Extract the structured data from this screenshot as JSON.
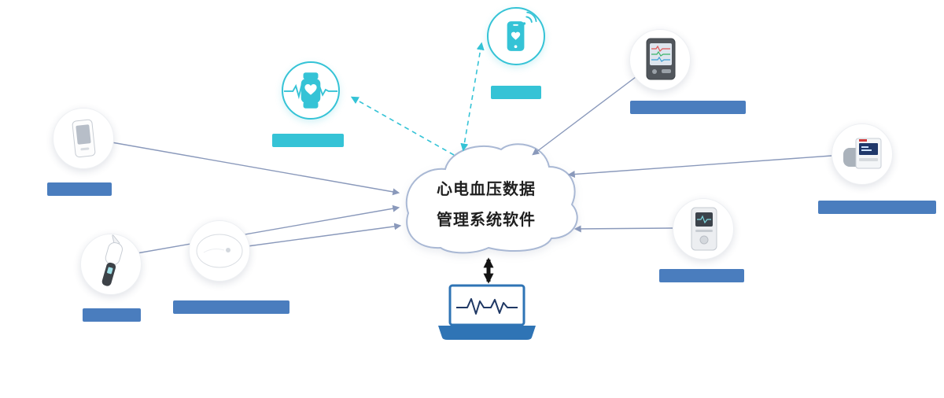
{
  "cloud": {
    "line1": "心电血压数据",
    "line2": "管理系统软件"
  },
  "colors": {
    "teal": "#35c3d6",
    "label_blue": "#4a7dbe",
    "connector": "#8a99bb",
    "cloud_stroke": "#a9b8d4",
    "laptop_blue": "#2f74b5",
    "wave_navy": "#1f3864",
    "arrow_black": "#141414"
  },
  "nodes": [
    {
      "id": "smartwatch",
      "kind": "teal-icon",
      "icon": "smartwatch-heart-ecg-icon",
      "label_bar": "teal",
      "label_text": ""
    },
    {
      "id": "smartphone-app",
      "kind": "teal-icon",
      "icon": "smartphone-heart-signal-icon",
      "label_bar": "teal",
      "label_text": ""
    },
    {
      "id": "patient-monitor",
      "kind": "device-photo",
      "icon": "patient-monitor-device",
      "label_bar": "blue",
      "label_text": ""
    },
    {
      "id": "blood-pressure-monitor",
      "kind": "device-photo",
      "icon": "blood-pressure-monitor-device",
      "label_bar": "blue",
      "label_text": ""
    },
    {
      "id": "holter-recorder",
      "kind": "device-photo",
      "icon": "holter-recorder-device",
      "label_bar": "blue",
      "label_text": ""
    },
    {
      "id": "handheld-ecg",
      "kind": "device-photo",
      "icon": "handheld-ecg-device",
      "label_bar": "blue",
      "label_text": ""
    },
    {
      "id": "ear-thermometer",
      "kind": "device-photo",
      "icon": "ear-thermometer-device",
      "label_bar": "blue",
      "label_text": ""
    },
    {
      "id": "ecg-patch",
      "kind": "device-photo",
      "icon": "ecg-patch-device",
      "label_bar": "blue",
      "label_text": ""
    }
  ],
  "laptop": {
    "icon": "laptop-ecg-waveform-icon"
  },
  "edges": [
    {
      "from": "handheld-ecg",
      "to": "cloud",
      "style": "solid",
      "arrowhead": "at-cloud"
    },
    {
      "from": "ear-thermometer",
      "to": "cloud",
      "style": "solid",
      "arrowhead": "at-cloud"
    },
    {
      "from": "ecg-patch",
      "to": "cloud",
      "style": "solid",
      "arrowhead": "at-cloud"
    },
    {
      "from": "patient-monitor",
      "to": "cloud",
      "style": "solid",
      "arrowhead": "at-cloud"
    },
    {
      "from": "blood-pressure-monitor",
      "to": "cloud",
      "style": "solid",
      "arrowhead": "at-cloud"
    },
    {
      "from": "holter-recorder",
      "to": "cloud",
      "style": "solid",
      "arrowhead": "at-cloud"
    },
    {
      "from": "cloud",
      "to": "smartwatch",
      "style": "dashed-teal",
      "arrowhead": "at-watch"
    },
    {
      "from": "cloud",
      "to": "smartphone-app",
      "style": "dashed-teal",
      "arrowhead": "both"
    },
    {
      "from": "cloud",
      "to": "laptop",
      "style": "thick-black",
      "arrowhead": "both"
    }
  ]
}
